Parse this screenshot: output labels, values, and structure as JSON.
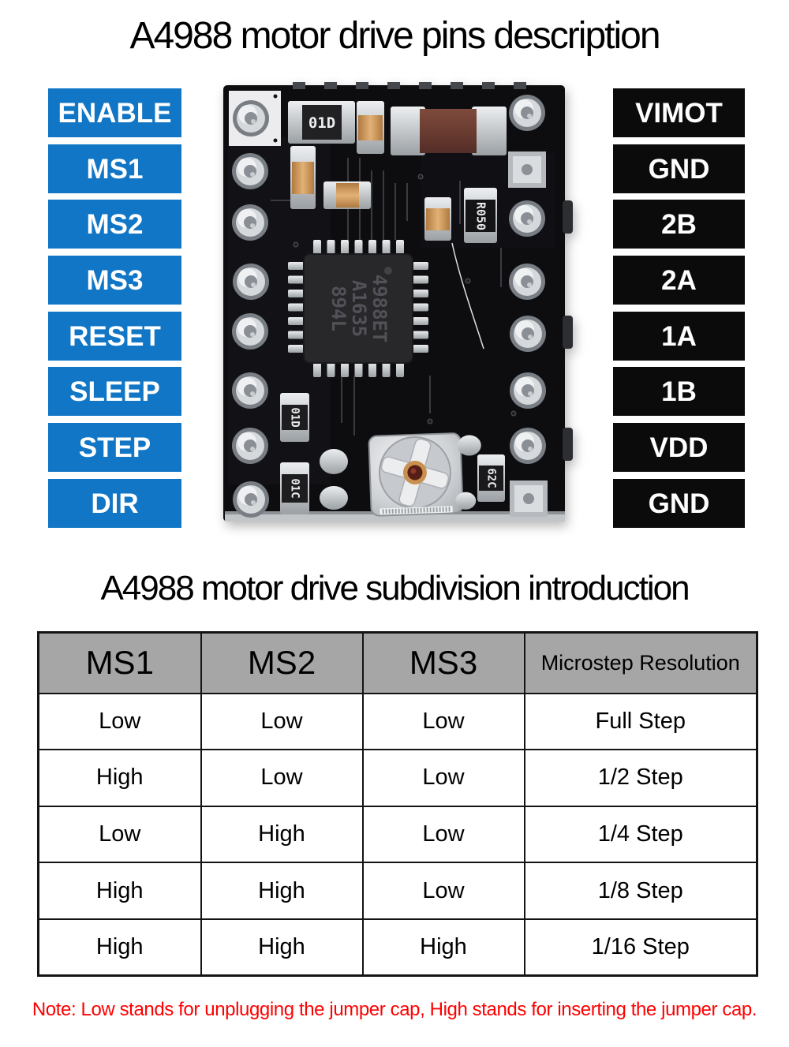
{
  "titles": {
    "pins": "A4988 motor drive pins description",
    "subdivision": "A4988 motor drive subdivision introduction"
  },
  "pins": {
    "left": [
      "ENABLE",
      "MS1",
      "MS2",
      "MS3",
      "RESET",
      "SLEEP",
      "STEP",
      "DIR"
    ],
    "right": [
      "VIMOT",
      "GND",
      "2B",
      "2A",
      "1A",
      "1B",
      "VDD",
      "GND"
    ]
  },
  "board": {
    "chip_marking": [
      "4988ET",
      "A1635",
      "894L"
    ],
    "smd_labels": {
      "top_resistor": "01D",
      "sense_resistor_right": "R050",
      "bottom_resistor_1": "01D",
      "bottom_resistor_2": "01C",
      "bottom_right_resistor": "62C"
    }
  },
  "table": {
    "headers": [
      "MS1",
      "MS2",
      "MS3",
      "Microstep Resolution"
    ],
    "rows": [
      [
        "Low",
        "Low",
        "Low",
        "Full Step"
      ],
      [
        "High",
        "Low",
        "Low",
        "1/2 Step"
      ],
      [
        "Low",
        "High",
        "Low",
        "1/4 Step"
      ],
      [
        "High",
        "High",
        "Low",
        "1/8 Step"
      ],
      [
        "High",
        "High",
        "High",
        "1/16 Step"
      ]
    ]
  },
  "note": "Note: Low stands for unplugging the jumper cap, High stands for inserting the jumper cap.",
  "colors": {
    "pin_left_bg": "#1176c5",
    "pin_right_bg": "#0b0b0b",
    "table_header_bg": "#a6a6a6",
    "note_text": "#ff0000"
  }
}
